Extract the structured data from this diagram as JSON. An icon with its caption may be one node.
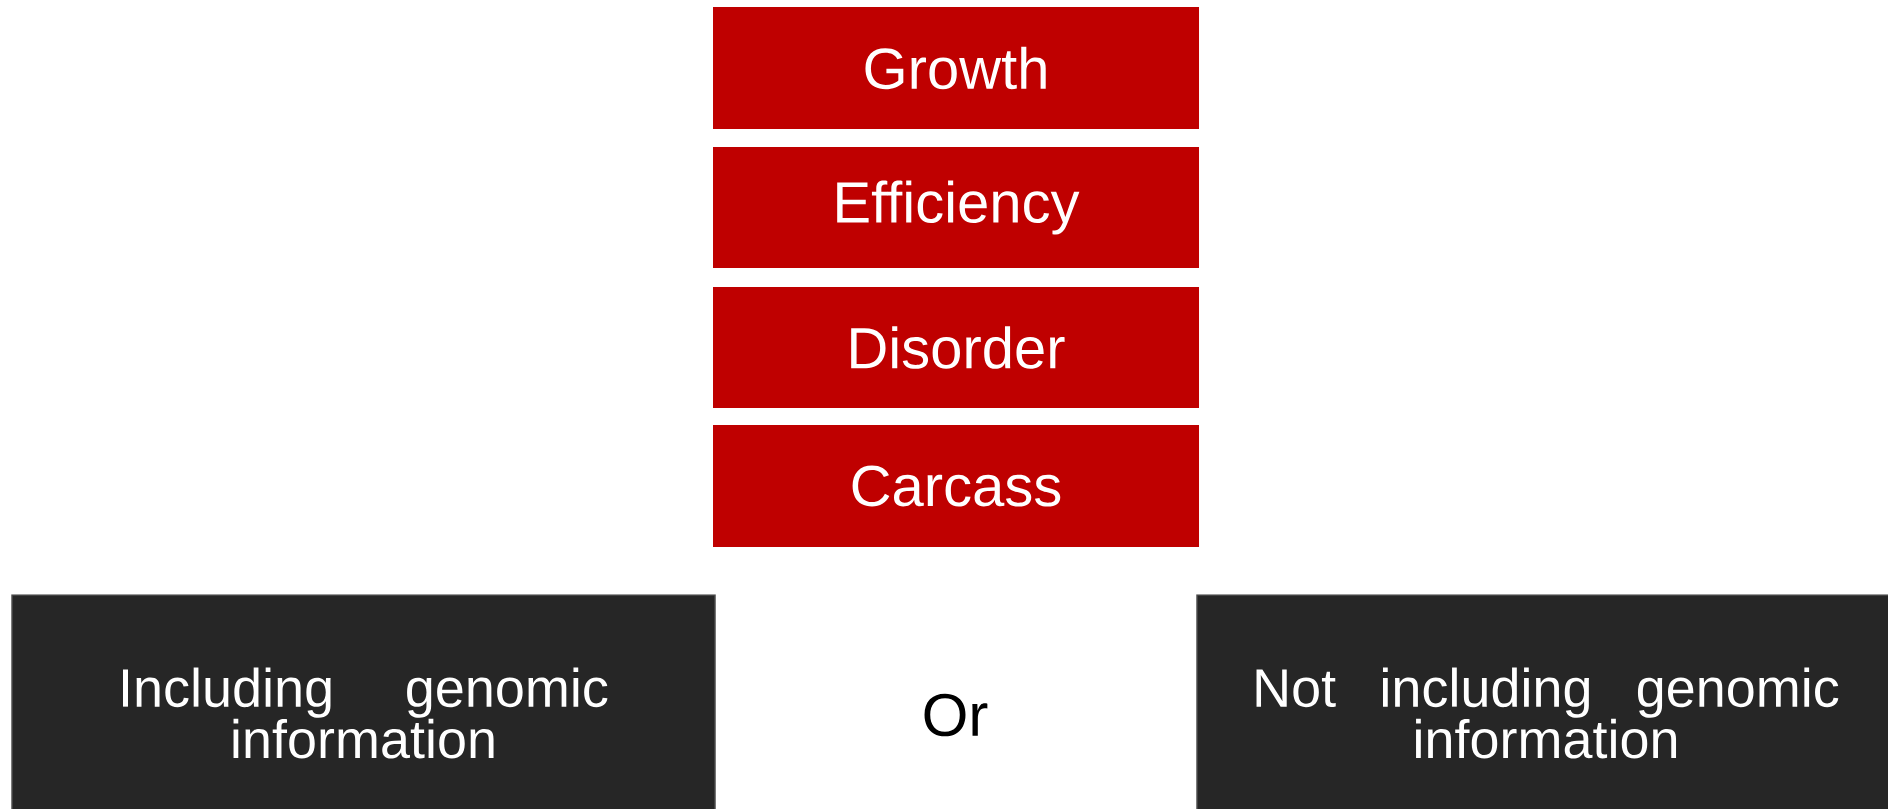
{
  "diagram": {
    "nodes": [
      {
        "text": [
          "Growth"
        ]
      },
      {
        "text": [
          "Efficiency"
        ]
      },
      {
        "text": [
          "Disorder"
        ]
      },
      {
        "text": [
          "Carcass"
        ]
      },
      {
        "text": [
          "Including genomic information"
        ]
      },
      {
        "text": [
          "Not including genomic information"
        ]
      }
    ],
    "labels": [
      "Or"
    ]
  }
}
